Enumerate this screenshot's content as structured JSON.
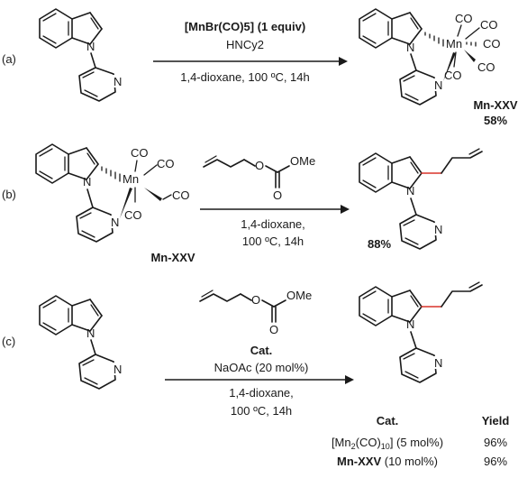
{
  "scheme": {
    "a": {
      "label": "(a)",
      "reagent_line1": "[MnBr(CO)5] (1 equiv)",
      "reagent_line2": "HNCy2",
      "conditions": "1,4-dioxane, 100 ºC, 14h",
      "product_name": "Mn-XXV",
      "yield": "58%"
    },
    "b": {
      "label": "(b)",
      "complex_name": "Mn-XXV",
      "reagent_ome": "OMe",
      "reagent_o1": "O",
      "reagent_o2": "O",
      "conditions_line1": "1,4-dioxane,",
      "conditions_line2": "100 ºC, 14h",
      "yield": "88%"
    },
    "c": {
      "label": "(c)",
      "reagent_ome": "OMe",
      "reagent_o1": "O",
      "reagent_o2": "O",
      "catalyst_label": "Cat.",
      "additive": "NaOAc (20 mol%)",
      "conditions_line1": "1,4-dioxane,",
      "conditions_line2": "100 ºC, 14h",
      "table": {
        "header_cat": "Cat.",
        "header_yield": "Yield",
        "rows": [
          {
            "cat": "[Mn2(CO)10] (5 mol%)",
            "yield": "96%"
          },
          {
            "cat": "Mn-XXV (10 mol%)",
            "yield": "96%"
          }
        ]
      }
    },
    "atoms": {
      "N": "N",
      "Mn": "Mn",
      "CO": "CO"
    }
  },
  "colors": {
    "ink": "#1a1a1a",
    "new_bond": "#d9332a",
    "background": "#ffffff"
  }
}
